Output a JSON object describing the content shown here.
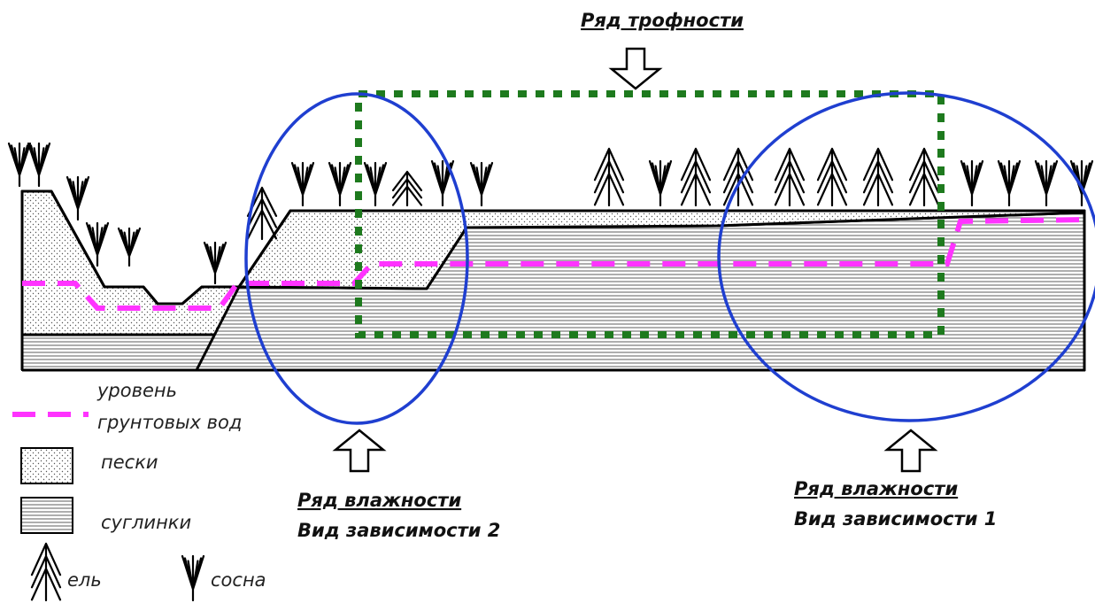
{
  "labels": {
    "trophy_row": "Ряд трофности",
    "moisture_row_left": "Ряд влажности",
    "dependency_left": "Вид зависимости 2",
    "moisture_row_right": "Ряд влажности",
    "dependency_right": "Вид зависимости 1"
  },
  "legend": {
    "groundwater_line1": "уровень",
    "groundwater_line2": "грунтовых вод",
    "sands": "пески",
    "loams": "суглинки",
    "spruce": "ель",
    "pine": "сосна"
  },
  "colors": {
    "groundwater": "#ff33ff",
    "trophy_frame": "#1e7a1e",
    "moisture_ellipse": "#1f3fd0",
    "outline": "#000000"
  }
}
